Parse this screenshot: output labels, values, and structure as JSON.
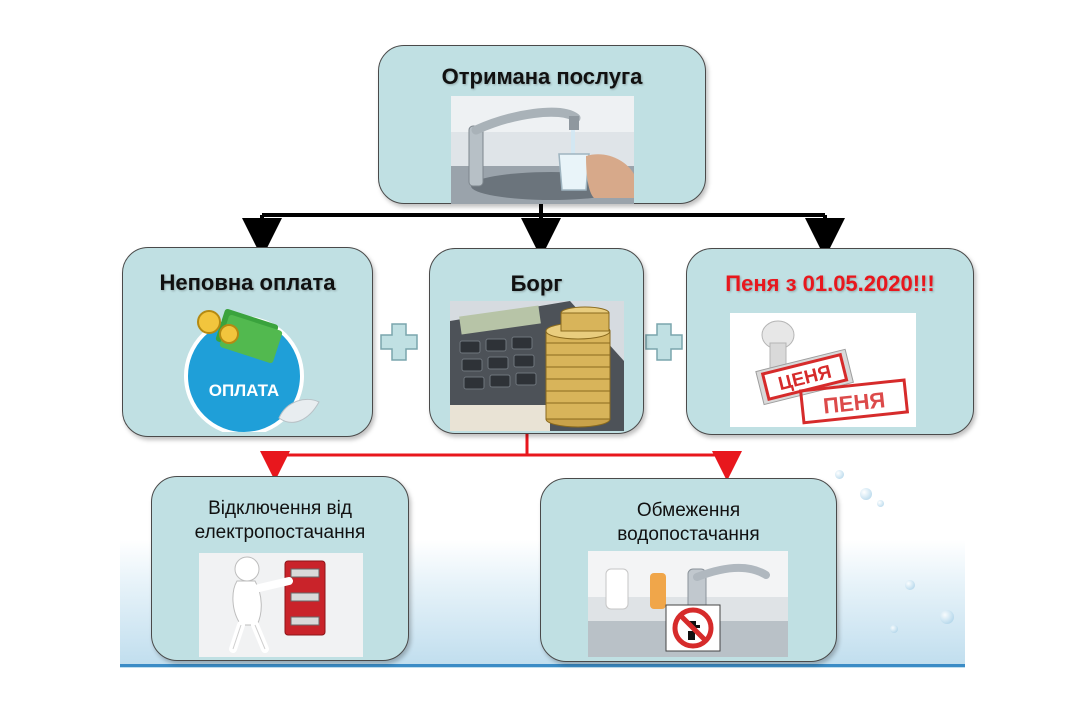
{
  "top": {
    "title": "Отримана послуга"
  },
  "middle": [
    {
      "title": "Неповна оплата",
      "badge_text": "ОПЛАТА"
    },
    {
      "title": "Борг"
    },
    {
      "title": "Пеня з 01.05.2020!!!",
      "stamp_text_1": "ЦЕНЯ",
      "stamp_text_2": "ПЕНЯ"
    }
  ],
  "bottom": [
    {
      "title_line1": "Відключення від",
      "title_line2": "електропостачання"
    },
    {
      "title_line1": "Обмеження",
      "title_line2": "водопостачання"
    }
  ],
  "colors": {
    "box_fill": "#c0e0e3",
    "box_border": "#4a4a4a",
    "arrow_black": "#000000",
    "arrow_red": "#e8171d",
    "plus": "#c0e0e3",
    "penalty_text": "#e8171d"
  },
  "icons": [
    "water-tap-photo",
    "payment-badge-icon",
    "calculator-coins-photo",
    "penalty-stamp-icon",
    "switch-man-icon",
    "no-water-sign-icon"
  ]
}
